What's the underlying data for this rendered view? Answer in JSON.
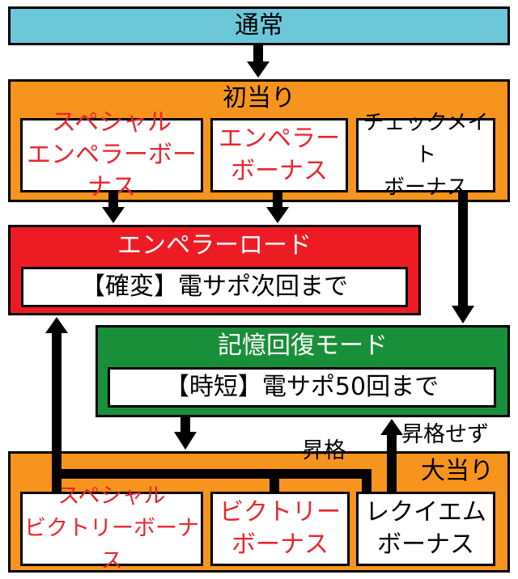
{
  "colors": {
    "normal": "#6cc8d8",
    "orange": "#f7941d",
    "red": "#ed1c24",
    "green": "#1a8f3a",
    "white": "#ffffff",
    "accent_text": "#e8262e"
  },
  "normal": {
    "label": "通常"
  },
  "first_hit": {
    "label": "初当り",
    "items": [
      {
        "line1": "スペシャル",
        "line2": "エンペラーボーナス"
      },
      {
        "line1": "エンペラー",
        "line2": "ボーナス"
      },
      {
        "line1": "チェックメイト",
        "line2": "ボーナス"
      }
    ]
  },
  "emperor_road": {
    "label": "エンペラーロード",
    "detail": "【確変】電サポ次回まで"
  },
  "memory_mode": {
    "label": "記憶回復モード",
    "detail": "【時短】電サポ50回まで"
  },
  "big_hit": {
    "label": "大当り",
    "items": [
      {
        "line1": "スペシャル",
        "line2": "ビクトリーボーナス"
      },
      {
        "line1": "ビクトリー",
        "line2": "ボーナス"
      },
      {
        "line1": "レクイエム",
        "line2": "ボーナス"
      }
    ]
  },
  "edges": {
    "promote": "昇格",
    "no_promote": "昇格せず"
  }
}
